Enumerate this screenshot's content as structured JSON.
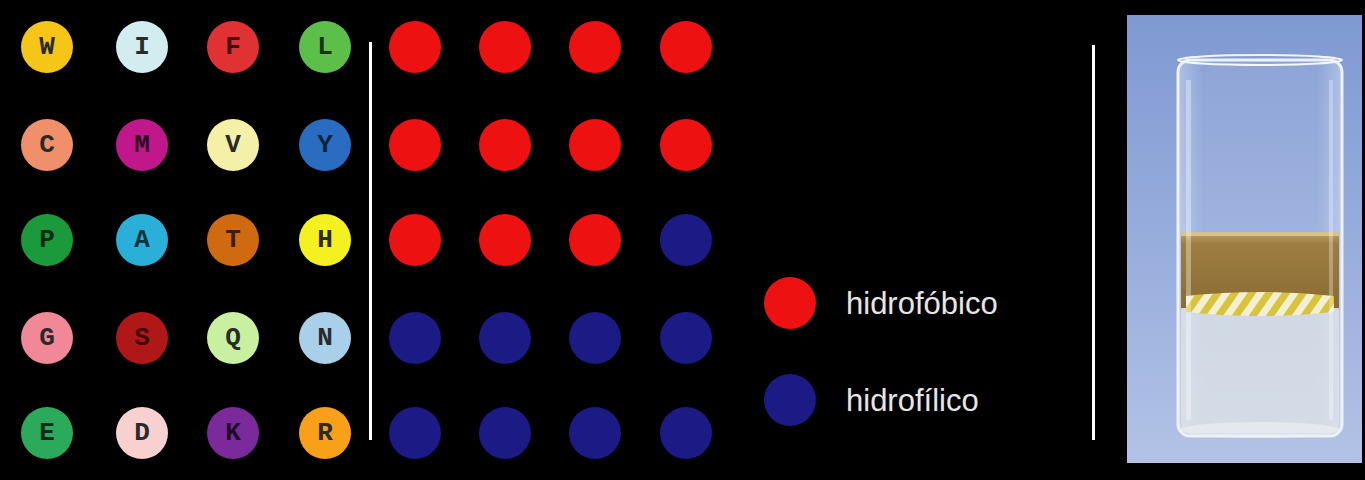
{
  "diagram": {
    "nodes": [
      {
        "text": [
          "W"
        ]
      },
      {
        "text": [
          "I"
        ]
      },
      {
        "text": [
          "F"
        ]
      },
      {
        "text": [
          "L"
        ]
      },
      {
        "text": [
          "C"
        ]
      },
      {
        "text": [
          "M"
        ]
      },
      {
        "text": [
          "V"
        ]
      },
      {
        "text": [
          "Y"
        ]
      },
      {
        "text": [
          "P"
        ]
      },
      {
        "text": [
          "A"
        ]
      },
      {
        "text": [
          "T"
        ]
      },
      {
        "text": [
          "H"
        ]
      },
      {
        "text": [
          "G"
        ]
      },
      {
        "text": [
          "S"
        ]
      },
      {
        "text": [
          "Q"
        ]
      },
      {
        "text": [
          "N"
        ]
      },
      {
        "text": [
          "E"
        ]
      },
      {
        "text": [
          "D"
        ]
      },
      {
        "text": [
          "K"
        ]
      },
      {
        "text": [
          "R"
        ]
      }
    ],
    "legend": [
      {
        "text": "hidrofóbico",
        "color": "#ee1111"
      },
      {
        "text": "hidrofílico",
        "color": "#1c1a85"
      }
    ]
  }
}
